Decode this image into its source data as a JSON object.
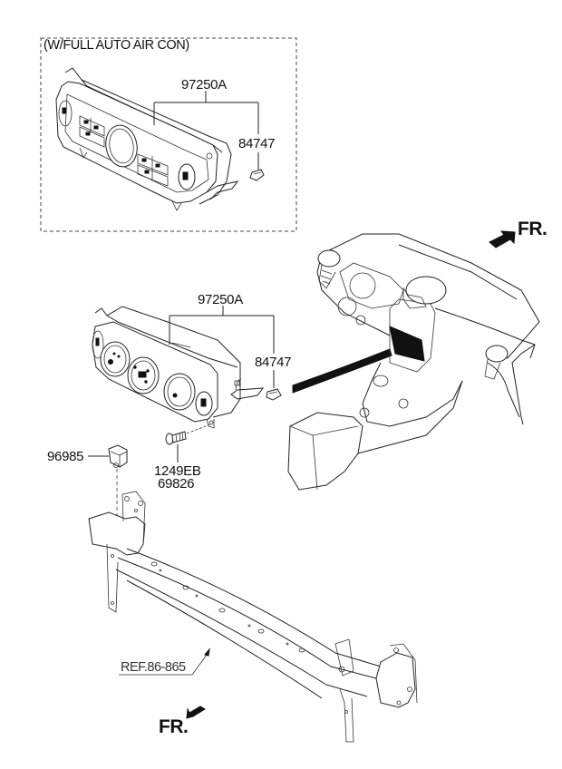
{
  "diagram": {
    "title_note": "(W/FULL AUTO AIR CON)",
    "colors": {
      "line": "#222222",
      "background": "#ffffff",
      "accent": "#111111"
    },
    "parts": [
      {
        "id": "auto-climate-control-unit",
        "part_number": "97250A",
        "group": "full-auto"
      },
      {
        "id": "auto-bulb",
        "part_number": "84747",
        "group": "full-auto"
      },
      {
        "id": "manual-heater-control-unit",
        "part_number": "97250A",
        "group": "manual"
      },
      {
        "id": "manual-bulb",
        "part_number": "84747",
        "group": "manual"
      },
      {
        "id": "sensor",
        "part_number": "96985"
      },
      {
        "id": "screw",
        "part_numbers": [
          "1249EB",
          "69826"
        ]
      }
    ],
    "reference": "REF.86-865",
    "direction_indicators": [
      {
        "id": "fr-top",
        "label": "FR."
      },
      {
        "id": "fr-bottom",
        "label": "FR."
      }
    ]
  }
}
